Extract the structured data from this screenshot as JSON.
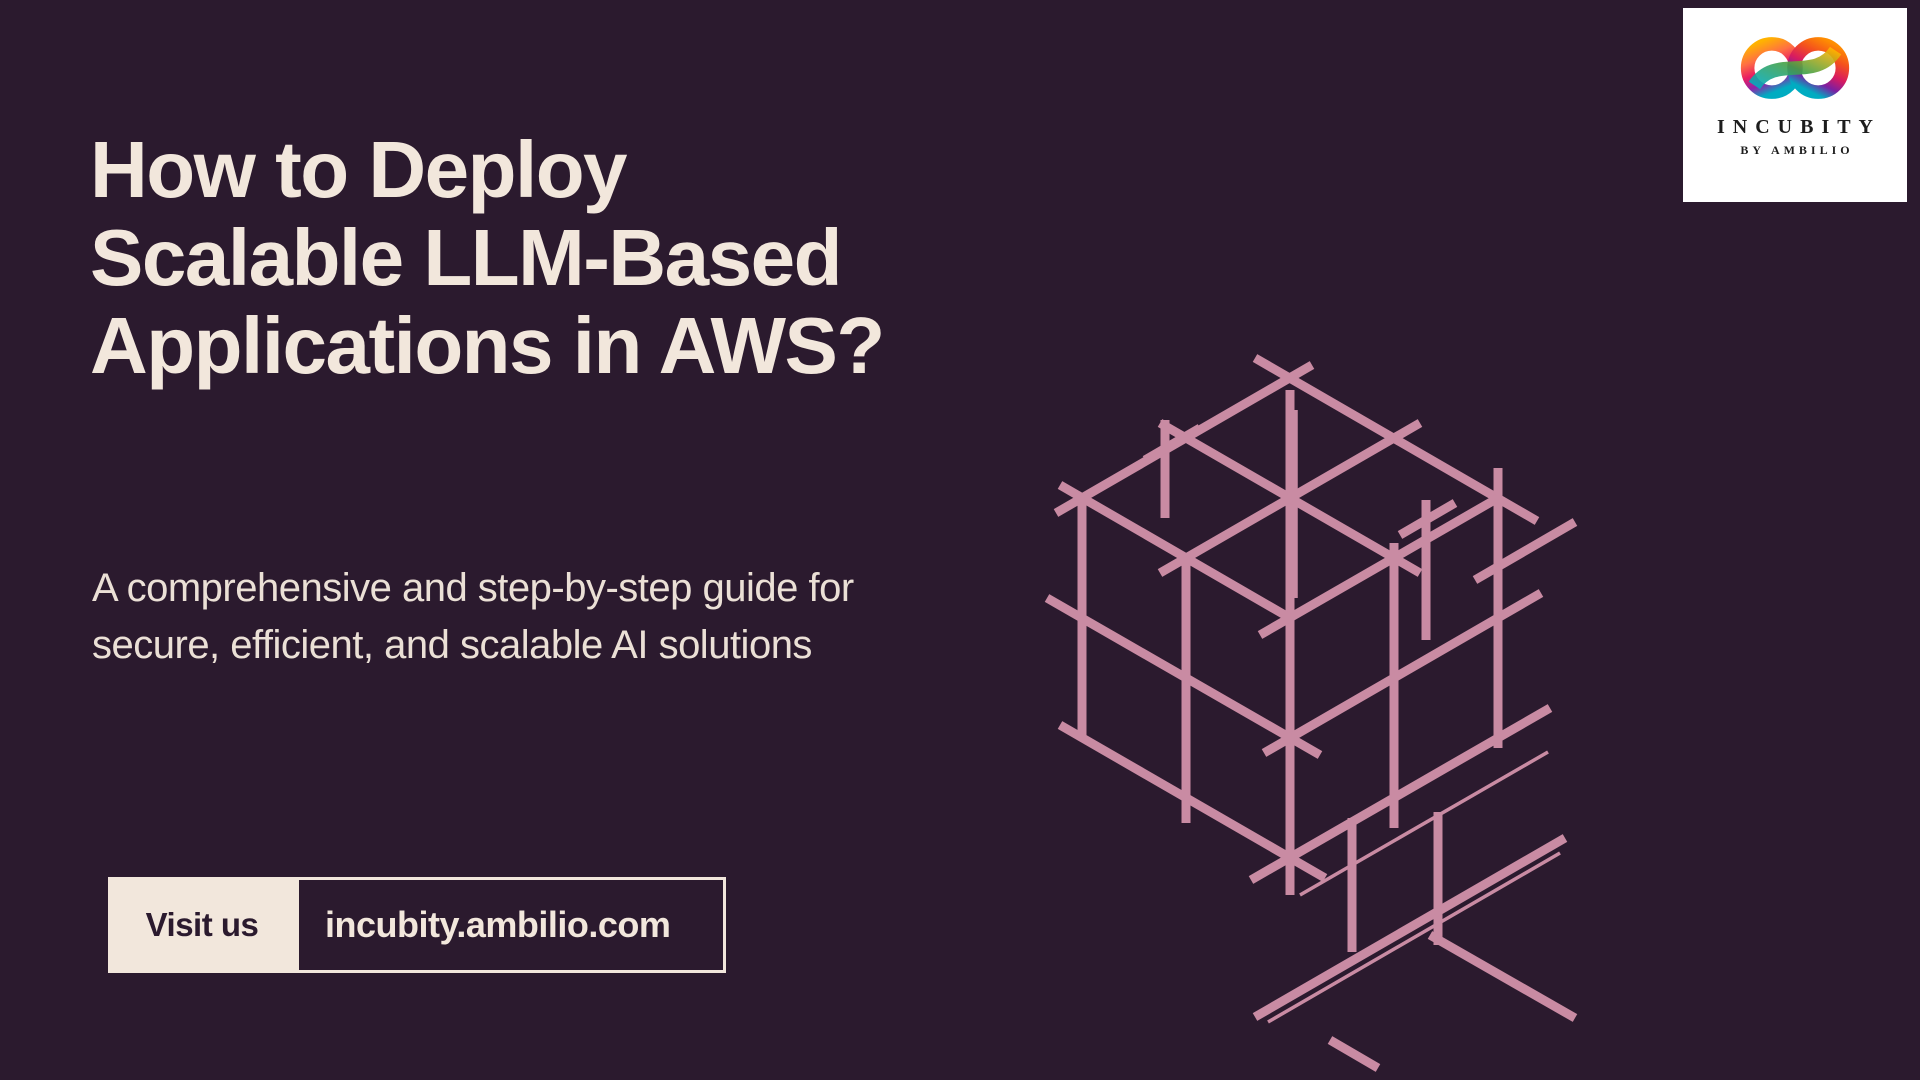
{
  "page": {
    "background_color": "#2b1a2e",
    "cream_color": "#f2e7dc",
    "pink_color": "#c98ba3"
  },
  "hero": {
    "title_line1": "How to Deploy",
    "title_line2": "Scalable LLM-Based",
    "title_line3": "Applications in AWS?",
    "subtitle_line1": "A comprehensive  and step-by-step guide for",
    "subtitle_line2": "secure, efficient, and scalable AI solutions"
  },
  "visit": {
    "label": "Visit us",
    "url": "incubity.ambilio.com"
  },
  "logo": {
    "brand": "INCUBITY",
    "sub_brand": "BY AMBILIO",
    "icon": "infinity-rainbow-icon"
  },
  "illustration": {
    "name": "isometric-cube-wireframe",
    "color": "#c98ba3"
  }
}
